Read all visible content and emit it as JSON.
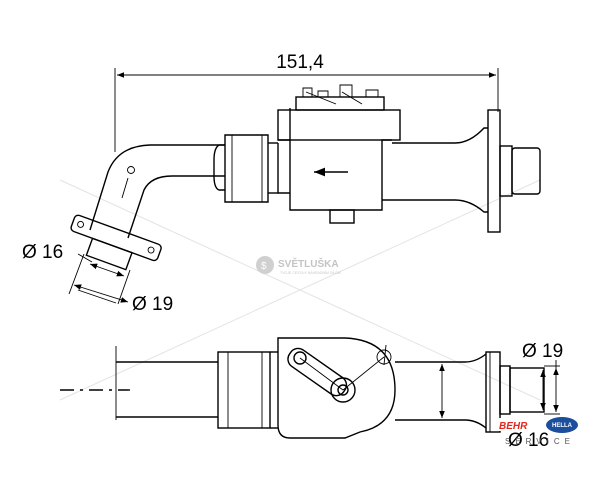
{
  "dimensions": {
    "overall_length": "151,4",
    "top_diameter_small": "Ø 16",
    "top_diameter_large": "Ø 19",
    "bottom_diameter_large": "Ø 19",
    "bottom_diameter_small": "Ø 16"
  },
  "watermark": {
    "name": "SVĚTLUŠKA",
    "tagline": "TVOJE CESTA K NÁHRADNÍM DÍLŮM"
  },
  "logos": {
    "behr": "BEHR",
    "hella": "HELLA",
    "service": "SERVICE"
  },
  "colors": {
    "line": "#000000",
    "watermark": "#c4c4c4",
    "behr_red": "#e4261c",
    "hella_blue": "#1b4f9c"
  }
}
